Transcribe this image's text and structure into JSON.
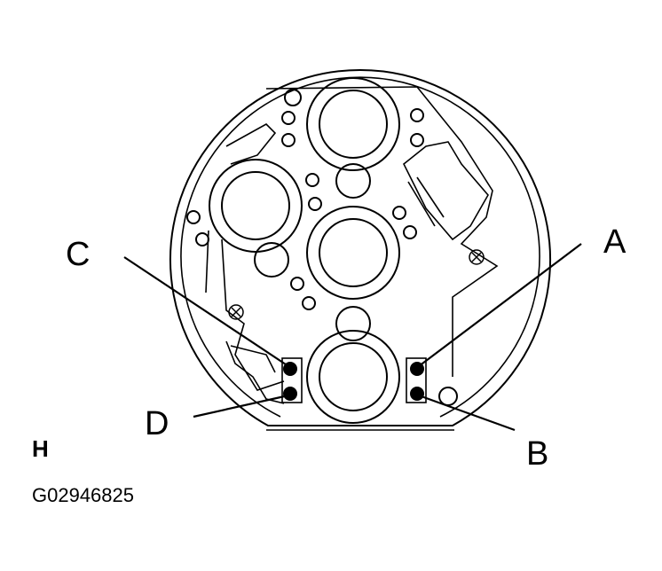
{
  "labels": {
    "a": "A",
    "b": "B",
    "c": "C",
    "d": "D",
    "h": "H",
    "figure_code": "G02946825"
  },
  "colors": {
    "line": "#000000",
    "background": "#ffffff",
    "terminal": "#000000"
  }
}
